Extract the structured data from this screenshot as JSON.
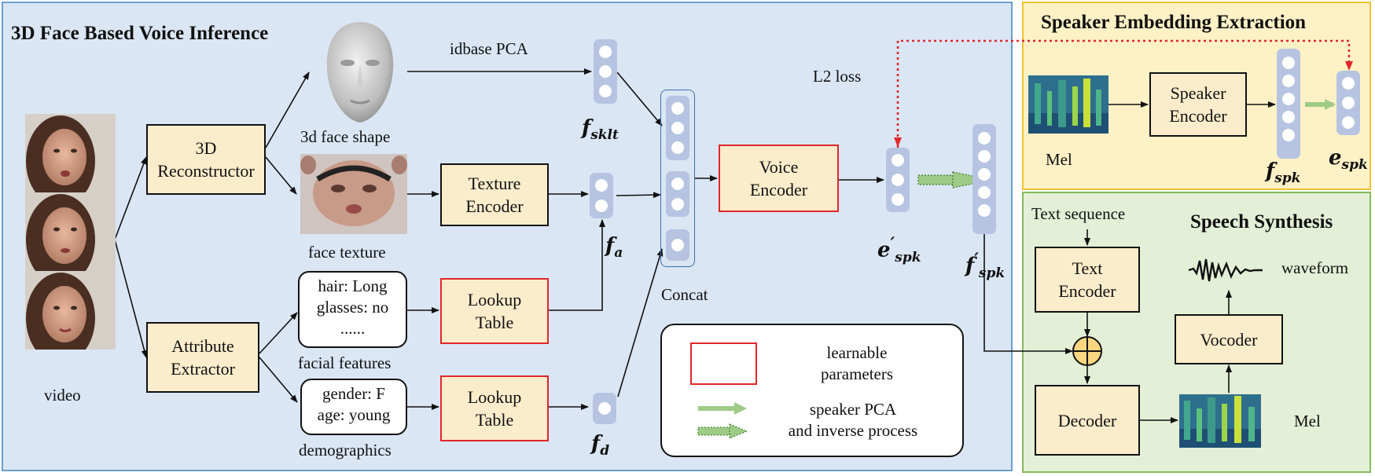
{
  "panels": {
    "left_title": "3D Face Based Voice Inference",
    "top_right_title": "Speaker Embedding Extraction",
    "bottom_right_title": "Speech Synthesis"
  },
  "boxes": {
    "reconstructor": [
      "3D",
      "Reconstructor"
    ],
    "attribute_extractor": [
      "Attribute",
      "Extractor"
    ],
    "texture_encoder": [
      "Texture",
      "Encoder"
    ],
    "lookup_table": [
      "Lookup",
      "Table"
    ],
    "voice_encoder": [
      "Voice",
      "Encoder"
    ],
    "speaker_encoder": [
      "Speaker",
      "Encoder"
    ],
    "text_encoder": [
      "Text",
      "Encoder"
    ],
    "decoder": "Decoder",
    "vocoder": "Vocoder"
  },
  "labels": {
    "video": "video",
    "face_shape": "3d face shape",
    "face_texture": "face texture",
    "idbase_pca": "idbase PCA",
    "concat": "Concat",
    "l2_loss": "L2 loss",
    "facial_features": "facial features",
    "demographics": "demographics",
    "mel": "Mel",
    "text_sequence": "Text sequence",
    "waveform": "waveform"
  },
  "attributes": {
    "facial": [
      "hair: Long",
      "glasses: no",
      "......"
    ],
    "demo": [
      "gender: F",
      "age: young"
    ]
  },
  "vectors": {
    "f_sklt": {
      "sym": "f",
      "sub": "sklt",
      "prime": false
    },
    "f_a": {
      "sym": "f",
      "sub": "a",
      "prime": false
    },
    "f_d": {
      "sym": "f",
      "sub": "d",
      "prime": false
    },
    "e_spk_prime": {
      "sym": "e",
      "sub": "spk",
      "prime": true
    },
    "f_spk_prime": {
      "sym": "f",
      "sub": "spk",
      "prime": true
    },
    "f_spk": {
      "sym": "f",
      "sub": "spk",
      "prime": false
    },
    "e_spk": {
      "sym": "e",
      "sub": "spk",
      "prime": false
    }
  },
  "legend": {
    "learnable": [
      "learnable",
      "parameters"
    ],
    "pca": [
      "speaker PCA",
      "and inverse process"
    ]
  },
  "colors": {
    "left_panel_bg": "#dae6f4",
    "left_panel_border": "#6b9fd1",
    "top_right_bg": "#fff1c6",
    "top_right_border": "#f2c230",
    "bottom_right_bg": "#e3efd6",
    "bottom_right_border": "#86bb5d",
    "module_fill": "#fbeccb",
    "learnable_border": "#e0262b",
    "vector": "#b6c4e2",
    "loss_line": "#e0262b",
    "pca_arrow": "#9ecb86"
  }
}
